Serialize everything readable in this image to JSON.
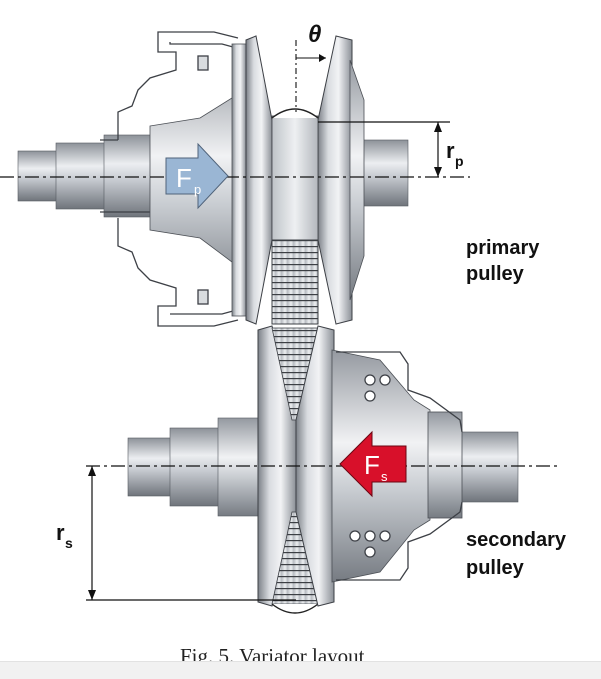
{
  "labels": {
    "theta": "θ",
    "rp_main": "r",
    "rp_sub": "p",
    "rs_main": "r",
    "rs_sub": "s",
    "fp_main": "F",
    "fp_sub": "p",
    "fs_main": "F",
    "fs_sub": "s",
    "primary_line1": "primary",
    "primary_line2": "pulley",
    "secondary_line1": "secondary",
    "secondary_line2": "pulley"
  },
  "caption": "Fig. 5. Variator layout",
  "colors": {
    "primary_force_arrow": "#9ab6d4",
    "secondary_force_arrow": "#d8102a",
    "metal": "#c2c6cc"
  }
}
